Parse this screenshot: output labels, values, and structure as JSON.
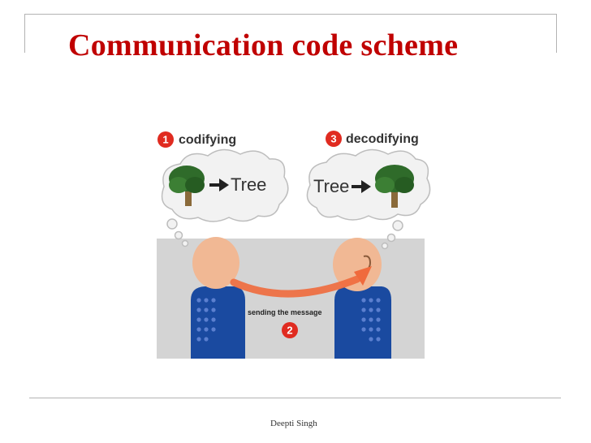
{
  "slide": {
    "title": "Communication code scheme",
    "footer": "Deepti Singh"
  },
  "diagram": {
    "step1": {
      "number": "1",
      "label": "codifying"
    },
    "step2": {
      "number": "2",
      "label": "sending the message"
    },
    "step3": {
      "number": "3",
      "label": "decodifying"
    },
    "word_left": "Tree",
    "word_right": "Tree",
    "colors": {
      "badge": "#e02b20",
      "arrow": "#f06a3c",
      "panel": "#d4d4d4",
      "body": "#1a4aa0",
      "head": "#f1b894",
      "tree_leaves": "#2f6b2a",
      "trunk": "#8a6a3a",
      "title": "#c00000"
    },
    "icons": [
      "tree-icon",
      "arrow-right-icon",
      "ear-icon"
    ]
  }
}
